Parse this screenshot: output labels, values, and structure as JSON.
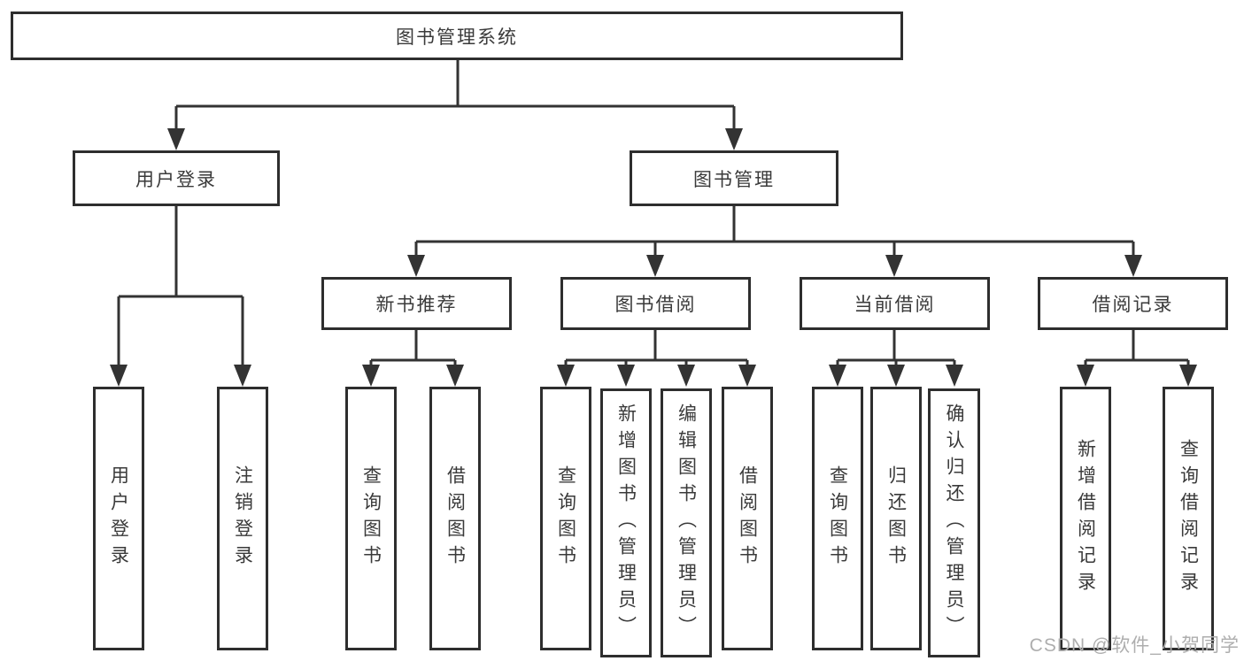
{
  "tree": {
    "root": "图书管理系统",
    "children": [
      {
        "label": "用户登录",
        "children": [
          "用户登录",
          "注销登录"
        ]
      },
      {
        "label": "图书管理",
        "children": [
          {
            "label": "新书推荐",
            "children": [
              "查询图书",
              "借阅图书"
            ]
          },
          {
            "label": "图书借阅",
            "children": [
              "查询图书",
              "新增图书（管理员）",
              "编辑图书（管理员）",
              "借阅图书"
            ]
          },
          {
            "label": "当前借阅",
            "children": [
              "查询图书",
              "归还图书",
              "确认归还（管理员）"
            ]
          },
          {
            "label": "借阅记录",
            "children": [
              "新增借阅记录",
              "查询借阅记录"
            ]
          }
        ]
      }
    ]
  },
  "watermark": "CSDN @软件_小贺同学",
  "colors": {
    "background": "#ffffff",
    "line": "#333333",
    "box_border": "#2e2e2e",
    "text": "#3a3a3a",
    "watermark": "#aeaeae"
  }
}
